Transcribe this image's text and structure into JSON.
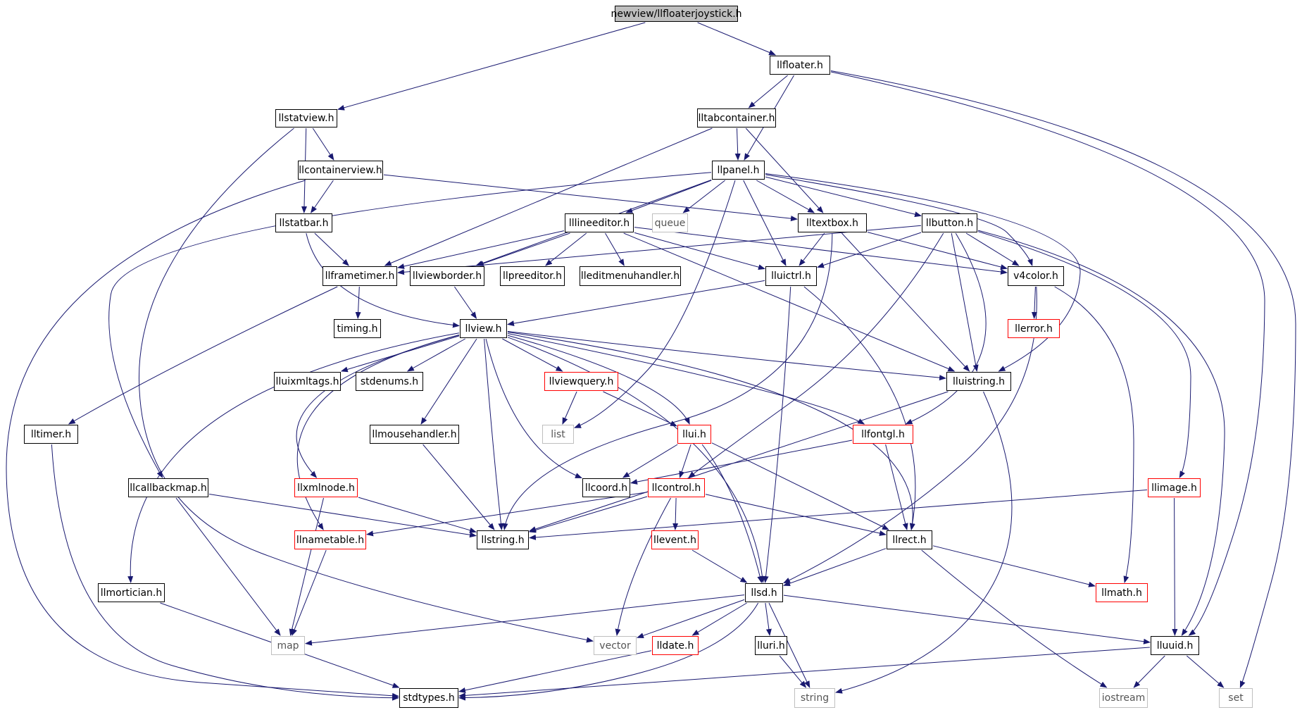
{
  "diagram": {
    "title": "newview/llfloaterjoystick.h",
    "colors": {
      "edge": "#191970",
      "border": "#000000",
      "system_border": "#bfbfbf",
      "truncated_border": "#ff0000",
      "root_fill": "#bfbfbf"
    },
    "nodes": [
      {
        "id": "root",
        "label": "newview/llfloaterjoystick.h",
        "kind": "root"
      },
      {
        "id": "llfloater",
        "label": "llfloater.h",
        "kind": "normal"
      },
      {
        "id": "llstatview",
        "label": "llstatview.h",
        "kind": "normal"
      },
      {
        "id": "lltabcontainer",
        "label": "lltabcontainer.h",
        "kind": "normal"
      },
      {
        "id": "llcontainerview",
        "label": "llcontainerview.h",
        "kind": "normal"
      },
      {
        "id": "llpanel",
        "label": "llpanel.h",
        "kind": "normal"
      },
      {
        "id": "llstatbar",
        "label": "llstatbar.h",
        "kind": "normal"
      },
      {
        "id": "lllineeditor",
        "label": "lllineeditor.h",
        "kind": "normal"
      },
      {
        "id": "queue",
        "label": "queue",
        "kind": "system"
      },
      {
        "id": "lltextbox",
        "label": "lltextbox.h",
        "kind": "normal"
      },
      {
        "id": "llbutton",
        "label": "llbutton.h",
        "kind": "normal"
      },
      {
        "id": "llframetimer",
        "label": "llframetimer.h",
        "kind": "normal"
      },
      {
        "id": "llviewborder",
        "label": "llviewborder.h",
        "kind": "normal"
      },
      {
        "id": "llpreeditor",
        "label": "llpreeditor.h",
        "kind": "normal"
      },
      {
        "id": "lleditmenuhandler",
        "label": "lleditmenuhandler.h",
        "kind": "normal"
      },
      {
        "id": "lluictrl",
        "label": "lluictrl.h",
        "kind": "normal"
      },
      {
        "id": "v4color",
        "label": "v4color.h",
        "kind": "normal"
      },
      {
        "id": "timing",
        "label": "timing.h",
        "kind": "normal"
      },
      {
        "id": "llview",
        "label": "llview.h",
        "kind": "normal"
      },
      {
        "id": "llerror",
        "label": "llerror.h",
        "kind": "truncated"
      },
      {
        "id": "lluixmltags",
        "label": "lluixmltags.h",
        "kind": "normal"
      },
      {
        "id": "stdenums",
        "label": "stdenums.h",
        "kind": "normal"
      },
      {
        "id": "llviewquery",
        "label": "llviewquery.h",
        "kind": "truncated"
      },
      {
        "id": "lluistring",
        "label": "lluistring.h",
        "kind": "normal"
      },
      {
        "id": "lltimer",
        "label": "lltimer.h",
        "kind": "normal"
      },
      {
        "id": "llmousehandler",
        "label": "llmousehandler.h",
        "kind": "normal"
      },
      {
        "id": "list",
        "label": "list",
        "kind": "system"
      },
      {
        "id": "llui",
        "label": "llui.h",
        "kind": "truncated"
      },
      {
        "id": "llfontgl",
        "label": "llfontgl.h",
        "kind": "truncated"
      },
      {
        "id": "llcallbackmap",
        "label": "llcallbackmap.h",
        "kind": "normal"
      },
      {
        "id": "llxmlnode",
        "label": "llxmlnode.h",
        "kind": "truncated"
      },
      {
        "id": "llcoord",
        "label": "llcoord.h",
        "kind": "normal"
      },
      {
        "id": "llcontrol",
        "label": "llcontrol.h",
        "kind": "truncated"
      },
      {
        "id": "llimage",
        "label": "llimage.h",
        "kind": "truncated"
      },
      {
        "id": "llnametable",
        "label": "llnametable.h",
        "kind": "truncated"
      },
      {
        "id": "llstring",
        "label": "llstring.h",
        "kind": "normal"
      },
      {
        "id": "llevent",
        "label": "llevent.h",
        "kind": "truncated"
      },
      {
        "id": "llrect",
        "label": "llrect.h",
        "kind": "normal"
      },
      {
        "id": "llmortician",
        "label": "llmortician.h",
        "kind": "normal"
      },
      {
        "id": "llsd",
        "label": "llsd.h",
        "kind": "normal"
      },
      {
        "id": "llmath",
        "label": "llmath.h",
        "kind": "truncated"
      },
      {
        "id": "map",
        "label": "map",
        "kind": "system"
      },
      {
        "id": "vector",
        "label": "vector",
        "kind": "system"
      },
      {
        "id": "lldate",
        "label": "lldate.h",
        "kind": "truncated"
      },
      {
        "id": "lluri",
        "label": "lluri.h",
        "kind": "normal"
      },
      {
        "id": "lluuid",
        "label": "lluuid.h",
        "kind": "normal"
      },
      {
        "id": "stdtypes",
        "label": "stdtypes.h",
        "kind": "normal"
      },
      {
        "id": "string",
        "label": "string",
        "kind": "system"
      },
      {
        "id": "iostream",
        "label": "iostream",
        "kind": "system"
      },
      {
        "id": "set",
        "label": "set",
        "kind": "system"
      }
    ],
    "edges": [
      [
        "root",
        "llstatview"
      ],
      [
        "root",
        "llfloater"
      ],
      [
        "llfloater",
        "lltabcontainer"
      ],
      [
        "llfloater",
        "llpanel"
      ],
      [
        "llfloater",
        "lluuid"
      ],
      [
        "llfloater",
        "set"
      ],
      [
        "llstatview",
        "llcontainerview"
      ],
      [
        "llstatview",
        "llstatbar"
      ],
      [
        "llstatview",
        "vector"
      ],
      [
        "lltabcontainer",
        "llpanel"
      ],
      [
        "lltabcontainer",
        "llframetimer"
      ],
      [
        "lltabcontainer",
        "lltextbox"
      ],
      [
        "llcontainerview",
        "llstatbar"
      ],
      [
        "llcontainerview",
        "lltextbox"
      ],
      [
        "llcontainerview",
        "stdtypes"
      ],
      [
        "llpanel",
        "llcallbackmap"
      ],
      [
        "llpanel",
        "lllineeditor"
      ],
      [
        "llpanel",
        "queue"
      ],
      [
        "llpanel",
        "lltextbox"
      ],
      [
        "llpanel",
        "llbutton"
      ],
      [
        "llpanel",
        "llviewborder"
      ],
      [
        "llpanel",
        "lluictrl"
      ],
      [
        "llpanel",
        "v4color"
      ],
      [
        "llpanel",
        "list"
      ],
      [
        "llpanel",
        "lluistring"
      ],
      [
        "llstatbar",
        "llframetimer"
      ],
      [
        "llstatbar",
        "llview"
      ],
      [
        "lllineeditor",
        "llframetimer"
      ],
      [
        "lllineeditor",
        "llviewborder"
      ],
      [
        "lllineeditor",
        "llpreeditor"
      ],
      [
        "lllineeditor",
        "lleditmenuhandler"
      ],
      [
        "lllineeditor",
        "lluictrl"
      ],
      [
        "lllineeditor",
        "lluistring"
      ],
      [
        "lllineeditor",
        "v4color"
      ],
      [
        "lltextbox",
        "lluictrl"
      ],
      [
        "lltextbox",
        "v4color"
      ],
      [
        "lltextbox",
        "lluistring"
      ],
      [
        "lltextbox",
        "llstring"
      ],
      [
        "llbutton",
        "lluictrl"
      ],
      [
        "llbutton",
        "v4color"
      ],
      [
        "llbutton",
        "llframetimer"
      ],
      [
        "llbutton",
        "lluistring"
      ],
      [
        "llbutton",
        "llimage"
      ],
      [
        "llbutton",
        "llfontgl"
      ],
      [
        "llbutton",
        "llcontrol"
      ],
      [
        "llbutton",
        "lluuid"
      ],
      [
        "llframetimer",
        "timing"
      ],
      [
        "llframetimer",
        "lltimer"
      ],
      [
        "llviewborder",
        "llview"
      ],
      [
        "lluictrl",
        "llview"
      ],
      [
        "lluictrl",
        "llrect"
      ],
      [
        "lluictrl",
        "llsd"
      ],
      [
        "v4color",
        "llerror"
      ],
      [
        "v4color",
        "llmath"
      ],
      [
        "v4color",
        "llsd"
      ],
      [
        "llview",
        "lluixmltags"
      ],
      [
        "llview",
        "stdenums"
      ],
      [
        "llview",
        "llviewquery"
      ],
      [
        "llview",
        "lluistring"
      ],
      [
        "llview",
        "llmousehandler"
      ],
      [
        "llview",
        "llui"
      ],
      [
        "llview",
        "llfontgl"
      ],
      [
        "llview",
        "llxmlnode"
      ],
      [
        "llview",
        "llcoord"
      ],
      [
        "llview",
        "llnametable"
      ],
      [
        "llview",
        "llstring"
      ],
      [
        "llview",
        "llrect"
      ],
      [
        "llview",
        "llmortician"
      ],
      [
        "llview",
        "llsd"
      ],
      [
        "llviewquery",
        "list"
      ],
      [
        "llviewquery",
        "llui"
      ],
      [
        "lluistring",
        "llstring"
      ],
      [
        "lluistring",
        "string"
      ],
      [
        "lltimer",
        "stdtypes"
      ],
      [
        "llmousehandler",
        "llstring"
      ],
      [
        "llui",
        "llcoord"
      ],
      [
        "llui",
        "llcontrol"
      ],
      [
        "llui",
        "llrect"
      ],
      [
        "llui",
        "llsd"
      ],
      [
        "llfontgl",
        "llcoord"
      ],
      [
        "llfontgl",
        "llrect"
      ],
      [
        "llcallbackmap",
        "llstring"
      ],
      [
        "llcallbackmap",
        "map"
      ],
      [
        "llxmlnode",
        "llstring"
      ],
      [
        "llxmlnode",
        "map"
      ],
      [
        "llcontrol",
        "llnametable"
      ],
      [
        "llcontrol",
        "llstring"
      ],
      [
        "llcontrol",
        "llevent"
      ],
      [
        "llcontrol",
        "llrect"
      ],
      [
        "llcontrol",
        "vector"
      ],
      [
        "llimage",
        "llstring"
      ],
      [
        "llimage",
        "lluuid"
      ],
      [
        "llnametable",
        "map"
      ],
      [
        "llevent",
        "llsd"
      ],
      [
        "llrect",
        "llsd"
      ],
      [
        "llrect",
        "llmath"
      ],
      [
        "llrect",
        "iostream"
      ],
      [
        "llmortician",
        "stdtypes"
      ],
      [
        "llsd",
        "map"
      ],
      [
        "llsd",
        "vector"
      ],
      [
        "llsd",
        "lldate"
      ],
      [
        "llsd",
        "lluri"
      ],
      [
        "llsd",
        "lluuid"
      ],
      [
        "llsd",
        "stdtypes"
      ],
      [
        "llsd",
        "string"
      ],
      [
        "lldate",
        "stdtypes"
      ],
      [
        "lluri",
        "string"
      ],
      [
        "lluuid",
        "stdtypes"
      ],
      [
        "lluuid",
        "iostream"
      ],
      [
        "lluuid",
        "set"
      ]
    ]
  }
}
